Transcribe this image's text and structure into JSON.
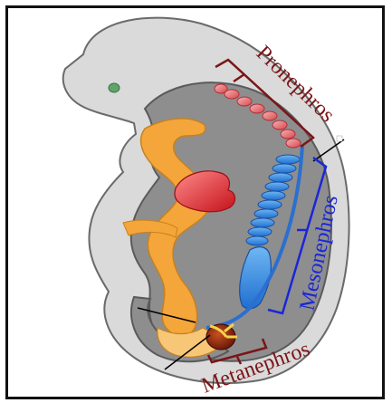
{
  "labels": {
    "pronephros": "Pronephros",
    "mesonephros": "Mesonephros",
    "metanephros": "Metanephros"
  },
  "colors": {
    "pronephros": "#7a1518",
    "mesonephros": "#1a26d8",
    "metanephros": "#7a1518",
    "embryo_outer": "#d9d9d9",
    "embryo_inner": "#8c8c8c",
    "gut": "#f3a73a",
    "heart": "#e0272a",
    "duct": "#3b8fe0",
    "outline": "#5a5a5a"
  }
}
